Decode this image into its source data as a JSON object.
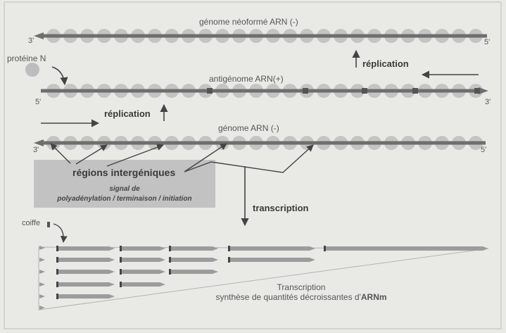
{
  "rows": {
    "top": {
      "label": "génome néoformé ARN (-)",
      "left_end": "3'",
      "right_end": "5'"
    },
    "middle": {
      "label": "antigénome ARN(+)",
      "left_end": "5'",
      "right_end": "3'"
    },
    "bottom": {
      "label": "génome ARN (-)",
      "left_end": "3'",
      "right_end": "5'"
    }
  },
  "labels": {
    "proteine_n": "protéine N",
    "replication_top": "réplication",
    "replication_middle": "réplication",
    "transcription": "transcription",
    "coiffe": "coiffe"
  },
  "box": {
    "title": "régions intergéniques",
    "line1": "signal de",
    "line2": "polyadénylation / terminaison / initiation"
  },
  "caption": {
    "line1": "Transcription",
    "line2_prefix": "synthèse de quantités décroissantes d'",
    "line2_bold": "ARNm"
  },
  "colors": {
    "background": "#e9e9e6",
    "strand": "#6e6e6e",
    "bead": "#c4c4c4",
    "box": "#c2c2c2"
  }
}
